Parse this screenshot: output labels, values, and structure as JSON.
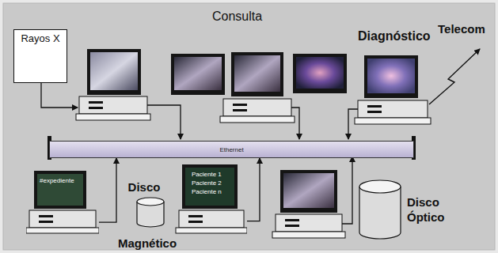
{
  "diagram": {
    "nodes": [
      {
        "text": [
          "Rayos X"
        ]
      },
      {
        "text": [
          "Ethernet"
        ]
      },
      {
        "text": [
          "#expediente"
        ]
      },
      {
        "text": [
          "Disco",
          "Magnético"
        ]
      },
      {
        "text": [
          "Paciente 1",
          "Paciente 2",
          "Paciente n"
        ]
      },
      {
        "text": [
          "Disco Óptico"
        ]
      }
    ],
    "edges": [
      {
        "from": 2,
        "to": 1,
        "arrow": "to"
      },
      {
        "from": 4,
        "to": 1,
        "arrow": "to"
      }
    ],
    "labels": [
      "Consulta",
      "Diagnóstico",
      "Telecom"
    ]
  }
}
